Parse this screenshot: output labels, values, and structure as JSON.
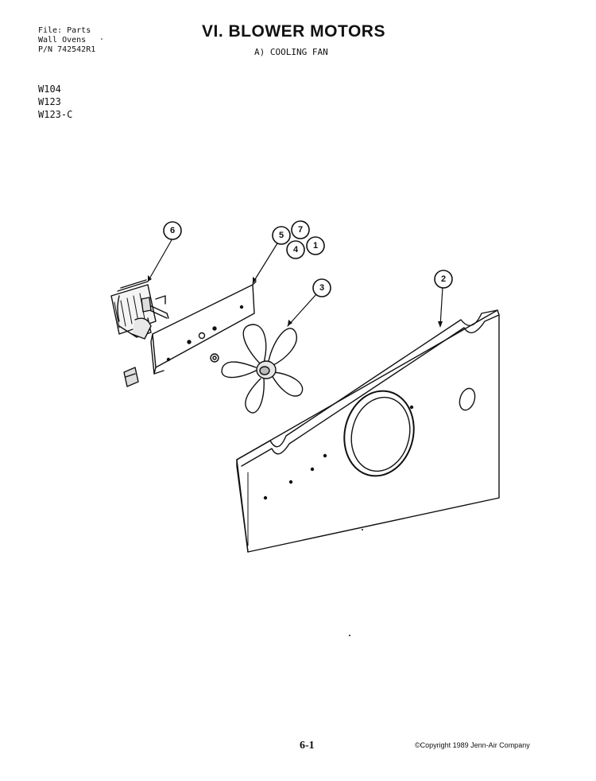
{
  "file_info": [
    "File: Parts",
    "Wall Ovens",
    "P/N 742542R1"
  ],
  "models": [
    "W104",
    "W123",
    "W123-C"
  ],
  "title": "VI. BLOWER MOTORS",
  "subtitle": "A) COOLING FAN",
  "callouts": {
    "c1": "1",
    "c2": "2",
    "c3": "3",
    "c4": "4",
    "c5": "5",
    "c6": "6",
    "c7": "7"
  },
  "footer": {
    "page": "6-1",
    "copyright": "©Copyright 1989 Jenn-Air Company"
  }
}
